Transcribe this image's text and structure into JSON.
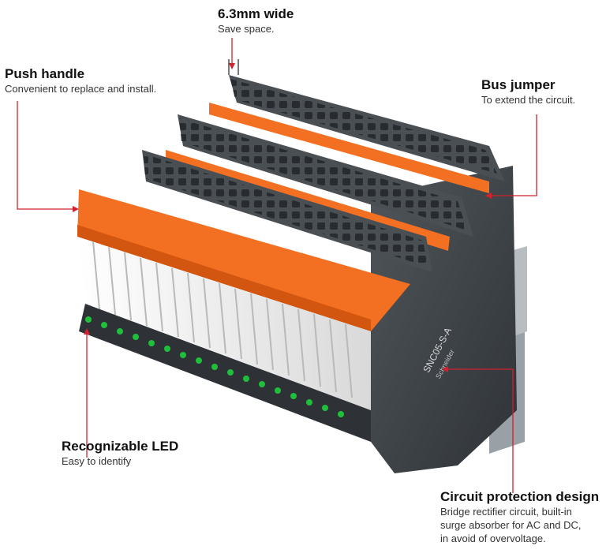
{
  "callouts": {
    "width": {
      "title": "6.3mm wide",
      "desc": "Save space."
    },
    "push_handle": {
      "title": "Push handle",
      "desc": "Convenient to replace and install."
    },
    "bus_jumper": {
      "title": "Bus jumper",
      "desc": "To extend the circuit."
    },
    "led": {
      "title": "Recognizable LED",
      "desc": "Easy to identify"
    },
    "circuit": {
      "title": "Circuit protection design",
      "desc_lines": [
        "Bridge rectifier circuit, built-in",
        "surge absorber for AC and DC,",
        "in avoid of overvoltage."
      ]
    }
  },
  "product_label": {
    "model": "SNC05-S-A",
    "brand": "Schneider"
  },
  "colors": {
    "leader": "#d2202f",
    "housing": "#3f4448",
    "orange": "#f36f21",
    "led": "#1fbf3c",
    "relay": "#f1f1f1"
  }
}
